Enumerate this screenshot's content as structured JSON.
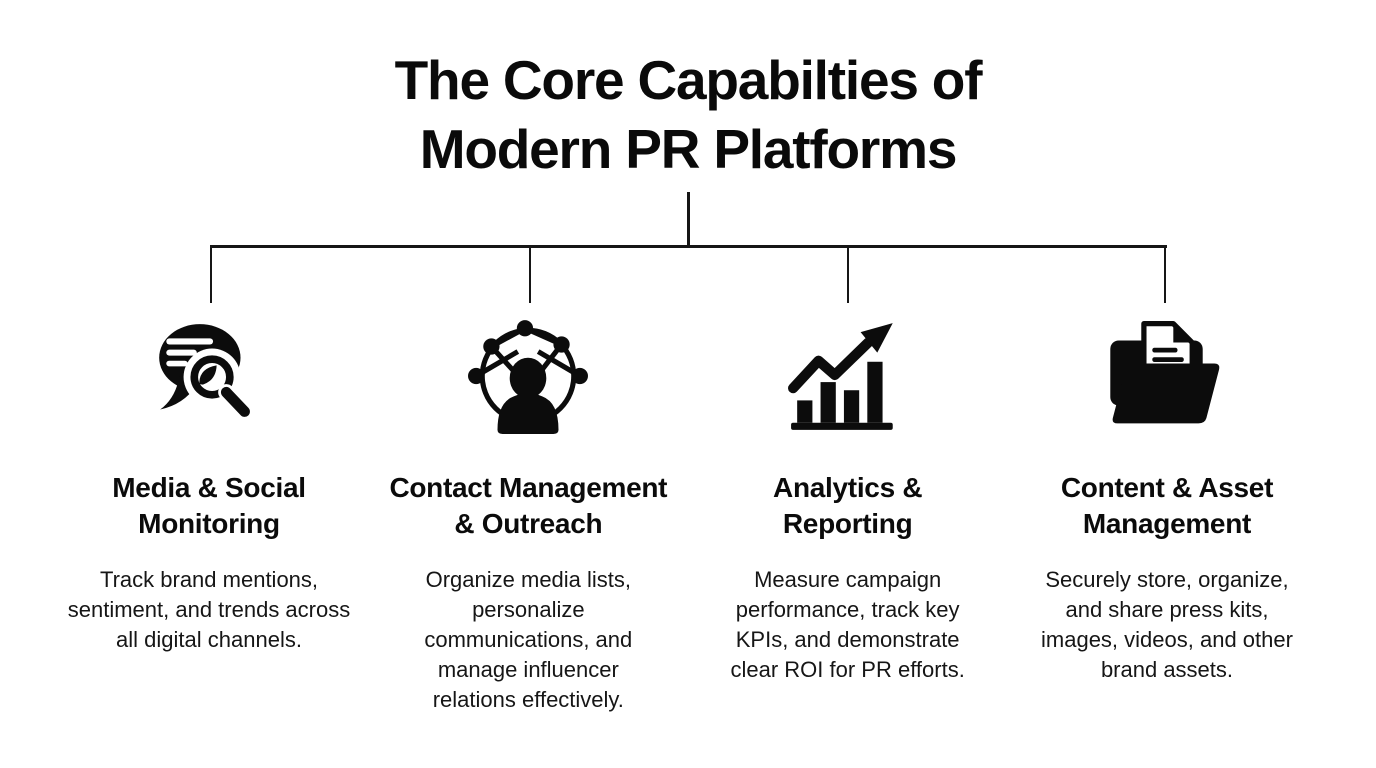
{
  "title": {
    "line1": "The Core Capabilties of",
    "line2": "Modern PR Platforms"
  },
  "columns": [
    {
      "icon": "media-monitoring-icon",
      "heading_lines": [
        "Media & Social",
        "Monitoring"
      ],
      "body": "Track brand mentions, sentiment, and trends across all digital channels."
    },
    {
      "icon": "contact-network-icon",
      "heading_lines": [
        "Contact Management",
        "& Outreach"
      ],
      "body": "Organize media lists, personalize communications, and manage influencer relations effectively."
    },
    {
      "icon": "analytics-chart-icon",
      "heading_lines": [
        "Analytics &",
        "Reporting"
      ],
      "body": "Measure campaign performance, track key KPIs, and demonstrate clear ROI for PR efforts."
    },
    {
      "icon": "folder-assets-icon",
      "heading_lines": [
        "Content & Asset",
        "Management"
      ],
      "body": "Securely store, organize, and share press kits, images, videos, and other brand assets."
    }
  ],
  "colors": {
    "foreground": "#0c0c0c",
    "background": "#ffffff",
    "connector_line": "#161616"
  }
}
